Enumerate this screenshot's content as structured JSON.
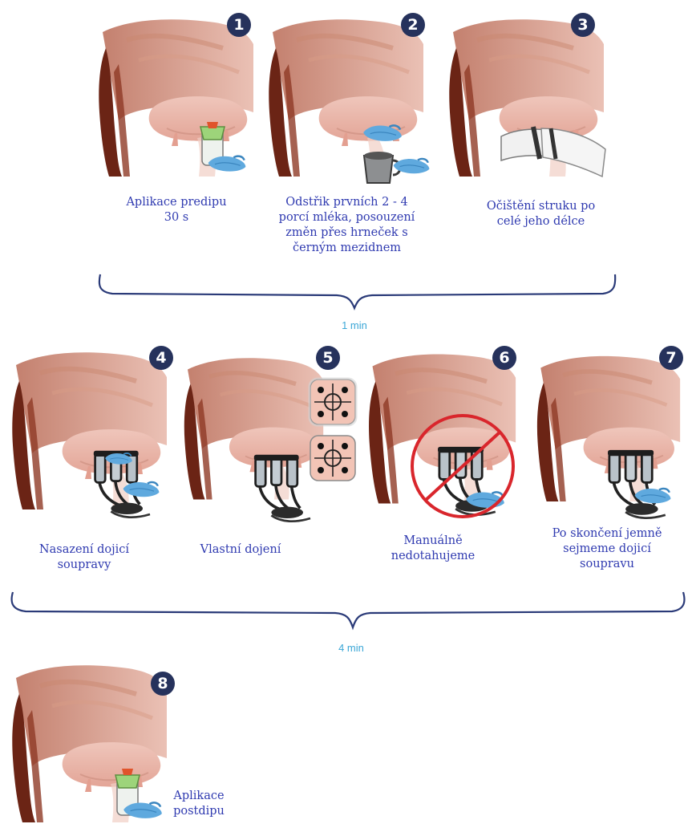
{
  "steps": [
    {
      "number": "1",
      "caption": [
        "Aplikace predipu",
        "30 s"
      ]
    },
    {
      "number": "2",
      "caption": [
        "Odstřik prvních 2 - 4",
        "porcí mléka, posouzení",
        "změn přes hrneček s",
        "černým mezidnem"
      ]
    },
    {
      "number": "3",
      "caption": [
        "Očištění struku po",
        "celé jeho délce"
      ]
    },
    {
      "number": "4",
      "caption": [
        "Nasazení dojicí",
        "soupravy"
      ]
    },
    {
      "number": "5",
      "caption": [
        "Vlastní dojení"
      ]
    },
    {
      "number": "6",
      "caption": [
        "Manuálně",
        "nedotahujeme"
      ]
    },
    {
      "number": "7",
      "caption": [
        "Po skončení jemně",
        "sejmeme dojicí",
        "soupravu"
      ]
    },
    {
      "number": "8",
      "caption": [
        "Aplikace",
        "postdipu"
      ]
    }
  ],
  "groups": [
    {
      "label": "1 min"
    },
    {
      "label": "4 min"
    }
  ],
  "colors": {
    "badge": "#26325c",
    "caption": "#2f3ab0",
    "time": "#3aa6d6",
    "brace": "#2a3a78",
    "udder": "#e9b4a9",
    "cow_dark": "#6b2415",
    "glove": "#5fa9de",
    "prohibition": "#d9262c"
  },
  "icons": [
    "udder-illustration",
    "teat-cup-diagram-icon",
    "prohibition-icon"
  ]
}
